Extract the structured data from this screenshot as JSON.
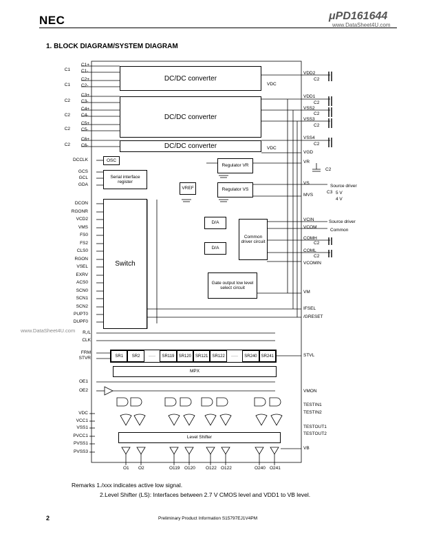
{
  "header": {
    "logo": "NEC",
    "part_number": "μPD161644",
    "watermark": "www.DataSheet4U.com"
  },
  "section_title": "1.  BLOCK DIAGRAM/SYSTEM DIAGRAM",
  "blocks": {
    "dcdc1": "DC/DC converter",
    "dcdc2": "DC/DC converter",
    "dcdc3": "DC/DC converter",
    "osc": "OSC",
    "serial_interface": "Serial interface register",
    "switch": "Switch",
    "regulator_vr": "Regulator VR",
    "regulator_vs": "Regulator VS",
    "vref": "VREF",
    "da1": "D/A",
    "da2": "D/A",
    "common_driver": "Common driver circuit",
    "gate_output": "Gate output low level select circuit",
    "mpx": "MPX",
    "level_shifter": "Level Shifter",
    "vdc_1": "VDC",
    "vdc_2": "VDC"
  },
  "capacitor_pins": [
    {
      "cap": "C1",
      "pins": [
        "C1+",
        "C1-"
      ]
    },
    {
      "cap": "C1",
      "pins": [
        "C2+",
        "C2-"
      ]
    },
    {
      "cap": "C2",
      "pins": [
        "C3+",
        "C3-"
      ]
    },
    {
      "cap": "C2",
      "pins": [
        "C4+",
        "C4-"
      ]
    },
    {
      "cap": "C2",
      "pins": [
        "C5+",
        "C5-"
      ]
    },
    {
      "cap": "C2",
      "pins": [
        "C6+",
        "C6-"
      ]
    }
  ],
  "left_pins": {
    "dcclk": "DCCLK",
    "serial": [
      "GCS",
      "GCL",
      "GDA"
    ],
    "switch_inputs": [
      "DCON",
      "RGONR",
      "VCD2",
      "VMS",
      "FS0",
      "FS2",
      "CLS0",
      "RGON",
      "VSEL",
      "EXRV",
      "ACS0",
      "SCN0",
      "SCN1",
      "SCN2",
      "PUPT0",
      "DUPF0"
    ],
    "shift": [
      "R,/L",
      "CLK",
      "FRM",
      "STVR"
    ],
    "oe": [
      "OE1",
      "OE2"
    ],
    "power": [
      "VDC",
      "VCC1",
      "VSS1",
      "PVCC1",
      "PVSS1",
      "PVSS3"
    ]
  },
  "right_pins": {
    "vdd2": "VDD2",
    "vdd1": "VDD1",
    "vss2": "VSS2",
    "vss3": "VSS3",
    "vss4": "VSS4",
    "vgd": "VGD",
    "vr": "VR",
    "vs": "VS",
    "mvs": "MVS",
    "vcin": "VCIN",
    "vcom": "VCOM",
    "comh": "COMH",
    "coml": "COML",
    "vcomin": "VCOMIN",
    "vm": "VM",
    "ifsel": "IFSEL",
    "greset": "/GRESET",
    "stvl": "STVL",
    "vmon": "VMON",
    "testin1": "TESTIN1",
    "testin2": "TESTIN2",
    "testout1": "TESTOUT1",
    "testout2": "TESTOUT2",
    "vb": "VB"
  },
  "right_caps": [
    "C2",
    "C2",
    "C2",
    "C2",
    "C2",
    "C2",
    "C2",
    "C3",
    "C2",
    "C2"
  ],
  "external": {
    "c2_vr": "C2",
    "c3": "C3",
    "source_driver_1": "Source driver",
    "v5": "5 V",
    "v4": "4 V",
    "source_driver_2": "Source driver",
    "common": "Common"
  },
  "shift_registers": [
    "SR1",
    "SR2",
    "·····",
    "SR119",
    "SR120",
    "SR121",
    "SR122",
    "·····",
    "SR240",
    "SR241"
  ],
  "outputs": [
    "O1",
    "O2",
    "O119",
    "O120",
    "O122",
    "O122",
    "O240",
    "O241"
  ],
  "remarks": {
    "r1": "Remarks 1./xxx indicates active low signal.",
    "r2": "2.Level Shifter (LS): Interfaces between 2.7 V CMOS level and VDD1 to VB level."
  },
  "footer": {
    "page": "2",
    "info": "Preliminary Product Information  S15797EJ1V4PM",
    "watermark_mid": "www.DataSheet4U.com"
  }
}
